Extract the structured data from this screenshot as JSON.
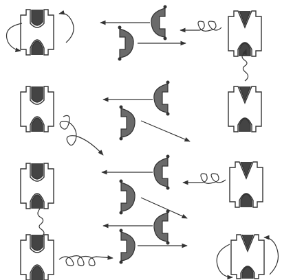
{
  "diagram": {
    "colors": {
      "ink": "#333333",
      "dome_fill": "#6a6a6a",
      "background": "#ffffff"
    },
    "rows": [
      {
        "row": 1,
        "left_rotor": {
          "shape": "u-open-top",
          "rotation_arrows": true
        },
        "right_rotor": {
          "shape": "v-open-top",
          "rotation_arrows": false
        },
        "domes": [
          "upper-domed-molecule",
          "lower-domed-molecule"
        ],
        "coils": [
          "between-upper-molecule-and-right-rotor"
        ]
      },
      {
        "row": 2,
        "left_rotor": {
          "shape": "u-open-top",
          "rotation_arrows": false
        },
        "right_rotor": {
          "shape": "v-open-top",
          "rotation_arrows": false
        },
        "domes": [
          "upper-domed-molecule",
          "lower-domed-molecule"
        ],
        "coils": [
          "between-left-rotor-and-middle"
        ]
      },
      {
        "row": 3,
        "left_rotor": {
          "shape": "u-open-top",
          "rotation_arrows": false
        },
        "right_rotor": {
          "shape": "v-open-top",
          "rotation_arrows": false
        },
        "domes": [
          "upper-domed-molecule",
          "lower-domed-molecule"
        ],
        "coils": [
          "between-upper-molecule-and-right-rotor"
        ]
      },
      {
        "row": 4,
        "left_rotor": {
          "shape": "u-open-top",
          "rotation_arrows": false
        },
        "right_rotor": {
          "shape": "v-open-top",
          "rotation_arrows": true
        },
        "domes": [
          "upper-domed-molecule",
          "lower-domed-molecule"
        ],
        "coils": [
          "between-left-rotor-and-lower-molecule"
        ]
      }
    ],
    "vertical_coils": [
      "right-column-row1-to-row2",
      "left-column-row3-to-row4"
    ]
  }
}
